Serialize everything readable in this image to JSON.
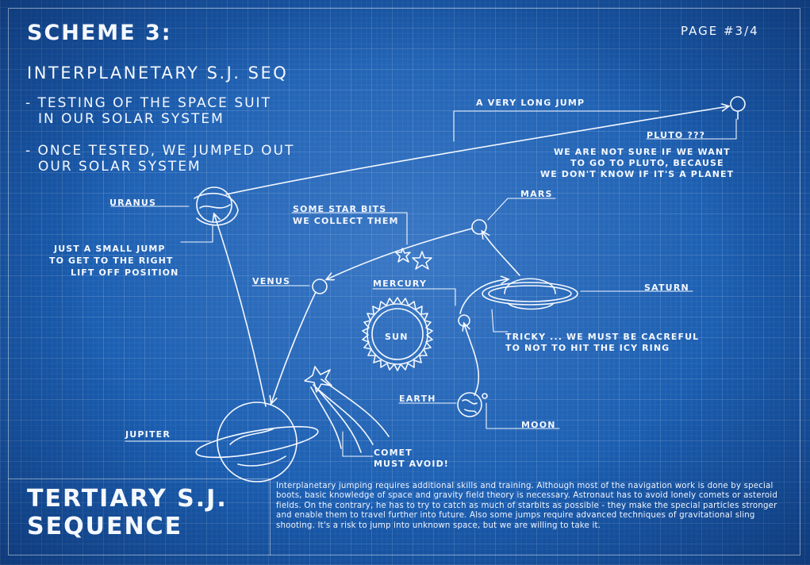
{
  "header": {
    "title": "SCHEME 3:",
    "page": "PAGE #3/4",
    "subtitle": "INTERPLANETARY S.J. SEQ",
    "bullets": [
      {
        "line1": "- TESTING OF THE SPACE SUIT",
        "line2": "IN OUR SOLAR SYSTEM"
      },
      {
        "line1": "- ONCE TESTED, WE JUMPED OUT",
        "line2": "OUR SOLAR SYSTEM"
      }
    ]
  },
  "planets": {
    "uranus": "URANUS",
    "venus": "VENUS",
    "mercury": "MERCURY",
    "sun": "SUN",
    "mars": "MARS",
    "saturn": "SATURN",
    "earth": "EARTH",
    "moon": "MOON",
    "jupiter": "JUPITER",
    "pluto": "PLUTO ???"
  },
  "annotations": {
    "long_jump": "A VERY LONG JUMP",
    "pluto_note": [
      "WE ARE NOT SURE IF WE WANT",
      "TO GO TO PLUTO, BECAUSE",
      "WE DON'T KNOW IF IT'S A PLANET"
    ],
    "star_bits": [
      "SOME STAR BITS",
      "WE COLLECT THEM"
    ],
    "small_jump": [
      "JUST A SMALL JUMP",
      "TO GET TO THE RIGHT",
      "LIFT OFF POSITION"
    ],
    "tricky": [
      "TRICKY ... WE MUST BE CACREFUL",
      "TO NOT TO HIT THE ICY RING"
    ],
    "comet": [
      "COMET",
      "MUST AVOID!"
    ]
  },
  "footer": {
    "title_line1": "TERTIARY S.J.",
    "title_line2": "SEQUENCE",
    "paragraph": "Interplanetary jumping requires additional skills and training. Although most of the navigation work is done by special boots, basic knowledge of space and gravity field theory is necessary. Astronaut has to avoid lonely comets or asteroid fields. On the contrary, he has to try to catch as much of starbits as possible - they make the special particles stronger and enable them to travel further into future. Also some jumps require advanced techniques of gravitational sling shooting. It's a risk to jump into unknown space, but we are willing to take it."
  },
  "colors": {
    "background": "#1a5db0",
    "ink": "#f4f8ff"
  }
}
